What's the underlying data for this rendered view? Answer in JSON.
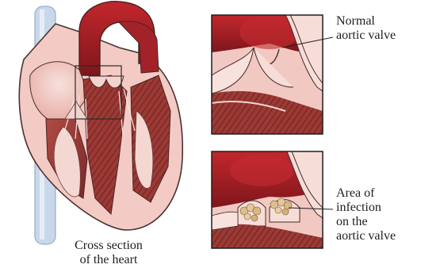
{
  "captions": {
    "heart_line1": "Cross section",
    "heart_line2": "of the heart",
    "normal_line1": "Normal",
    "normal_line2": "aortic valve",
    "infection_line1": "Area of",
    "infection_line2": "infection",
    "infection_line3": "on the",
    "infection_line4": "aortic valve"
  },
  "colors": {
    "dark_red": "#8e1a1f",
    "red": "#b8282c",
    "pink_tissue": "#f0c3bd",
    "pale_pink": "#f6dcd6",
    "muscle": "#9a3a36",
    "vessel_blue": "#c9d9ea",
    "infection_tan": "#d9b98a",
    "outline": "#3a2a2a"
  },
  "icons": [
    "heart-cross-section-illustration",
    "normal-valve-inset",
    "infected-valve-inset"
  ]
}
